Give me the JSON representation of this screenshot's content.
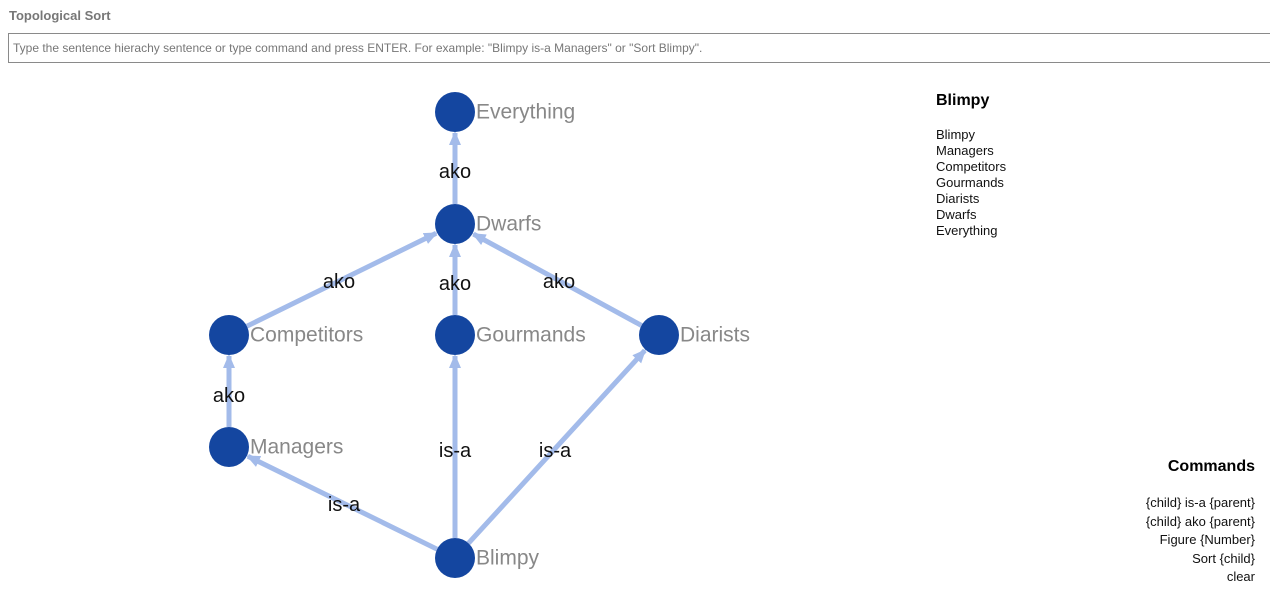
{
  "app": {
    "title": "Topological Sort"
  },
  "input": {
    "placeholder": "Type the sentence hierachy sentence or type command and press ENTER. For example: \"Blimpy is-a Managers\" or \"Sort Blimpy\".",
    "value": ""
  },
  "graph": {
    "colors": {
      "node": "#1446a0",
      "edge": "#a3bbea",
      "node_label": "#888888",
      "edge_label": "#111111"
    },
    "nodes": [
      {
        "id": "everything",
        "label": "Everything"
      },
      {
        "id": "dwarfs",
        "label": "Dwarfs"
      },
      {
        "id": "competitors",
        "label": "Competitors"
      },
      {
        "id": "gourmands",
        "label": "Gourmands"
      },
      {
        "id": "diarists",
        "label": "Diarists"
      },
      {
        "id": "managers",
        "label": "Managers"
      },
      {
        "id": "blimpy",
        "label": "Blimpy"
      }
    ],
    "edges": [
      {
        "from": "dwarfs",
        "to": "everything",
        "label": "ako"
      },
      {
        "from": "competitors",
        "to": "dwarfs",
        "label": "ako"
      },
      {
        "from": "gourmands",
        "to": "dwarfs",
        "label": "ako"
      },
      {
        "from": "diarists",
        "to": "dwarfs",
        "label": "ako"
      },
      {
        "from": "managers",
        "to": "competitors",
        "label": "ako"
      },
      {
        "from": "blimpy",
        "to": "managers",
        "label": "is-a"
      },
      {
        "from": "blimpy",
        "to": "gourmands",
        "label": "is-a"
      },
      {
        "from": "blimpy",
        "to": "diarists",
        "label": "is-a"
      }
    ]
  },
  "result": {
    "title": "Blimpy",
    "items": [
      "Blimpy",
      "Managers",
      "Competitors",
      "Gourmands",
      "Diarists",
      "Dwarfs",
      "Everything"
    ]
  },
  "commands": {
    "title": "Commands",
    "items": [
      "{child} is-a {parent}",
      "{child} ako {parent}",
      "Figure {Number}",
      "Sort {child}",
      "clear"
    ]
  }
}
